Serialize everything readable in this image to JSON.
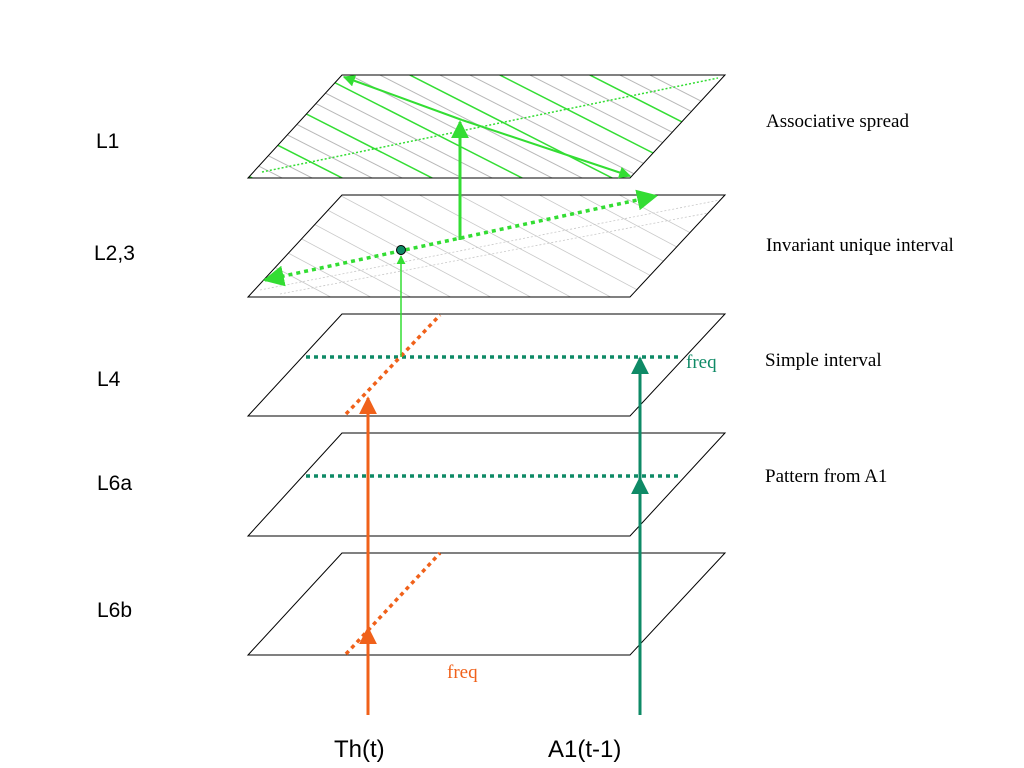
{
  "layers": {
    "l1": "L1",
    "l23": "L2,3",
    "l4": "L4",
    "l6a": "L6a",
    "l6b": "L6b"
  },
  "descriptions": {
    "l1": "Associative spread",
    "l23": "Invariant unique interval",
    "l4": "Simple interval",
    "l6a": "Pattern from A1"
  },
  "annotations": {
    "freq_teal": "freq",
    "freq_orange": "freq"
  },
  "inputs": {
    "thalamus": "Th(t)",
    "a1": "A1(t-1)"
  },
  "colors": {
    "plane_stroke": "#000000",
    "hatch_gray": "#b8b8b8",
    "bright_green": "#33dd33",
    "teal": "#0e8a66",
    "orange": "#f0611a"
  }
}
